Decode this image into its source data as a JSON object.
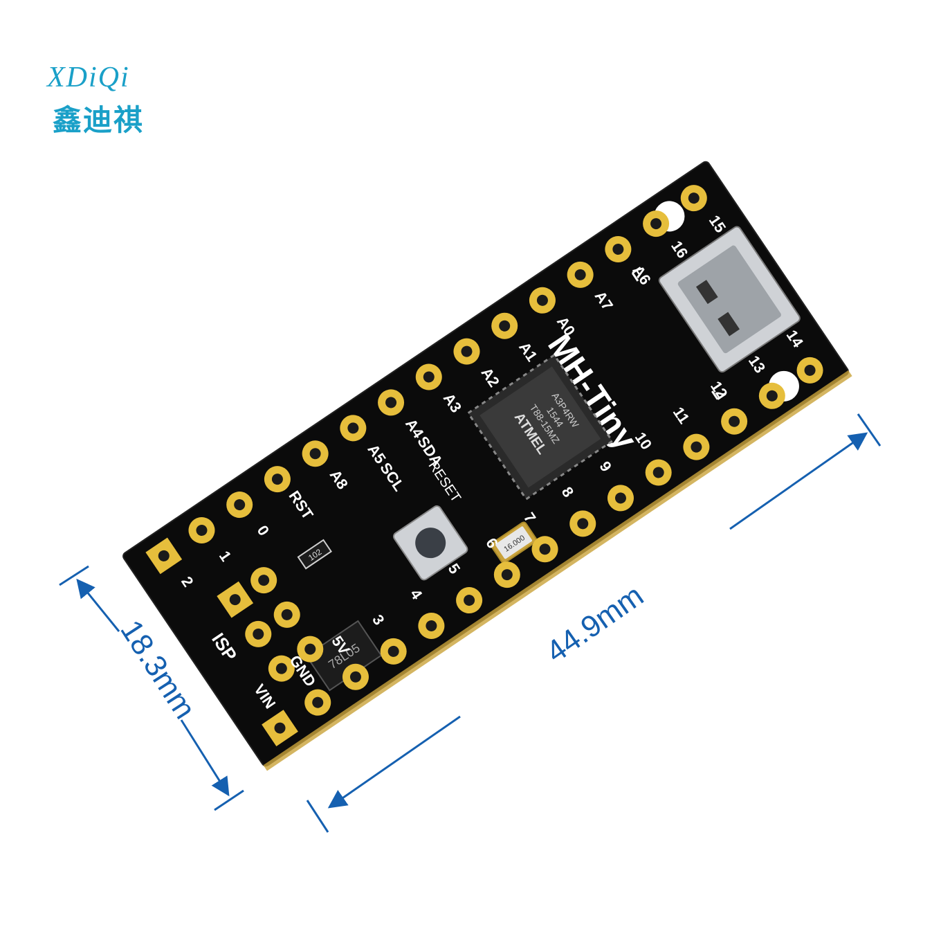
{
  "brand": {
    "name_en": "XDiQi",
    "name_cn": "鑫迪祺"
  },
  "board": {
    "name": "MH-Tiny",
    "reset_label": "RESET",
    "top_pin_labels": [
      "2",
      "1",
      "0",
      "RST",
      "A8",
      "A5",
      "A4",
      "A3",
      "A2",
      "A1",
      "A0",
      "A7",
      "A6",
      "16",
      "15"
    ],
    "scl_label": "SCL",
    "sda_label": "SDA",
    "bottom_pin_labels": [
      "VIN",
      "GND",
      "5V",
      "3",
      "4",
      "5",
      "6",
      "7",
      "8",
      "9",
      "10",
      "11",
      "12",
      "13",
      "14"
    ],
    "isp_label": "ISP",
    "chip_brand": "ATMEL",
    "chip_lines": [
      "T88-15MZ",
      "1544",
      "A3P4RW"
    ],
    "regulator_marking": "78L05",
    "crystal_marking": "16.000",
    "resistor_marking": "102"
  },
  "dimensions": {
    "length_label": "44.9mm",
    "width_label": "18.3mm"
  },
  "colors": {
    "pcb": "#0b0b0b",
    "pad": "#e6be3c",
    "dimension": "#1560b0",
    "brand": "#1aa0c8",
    "silkscreen": "#ffffff"
  }
}
